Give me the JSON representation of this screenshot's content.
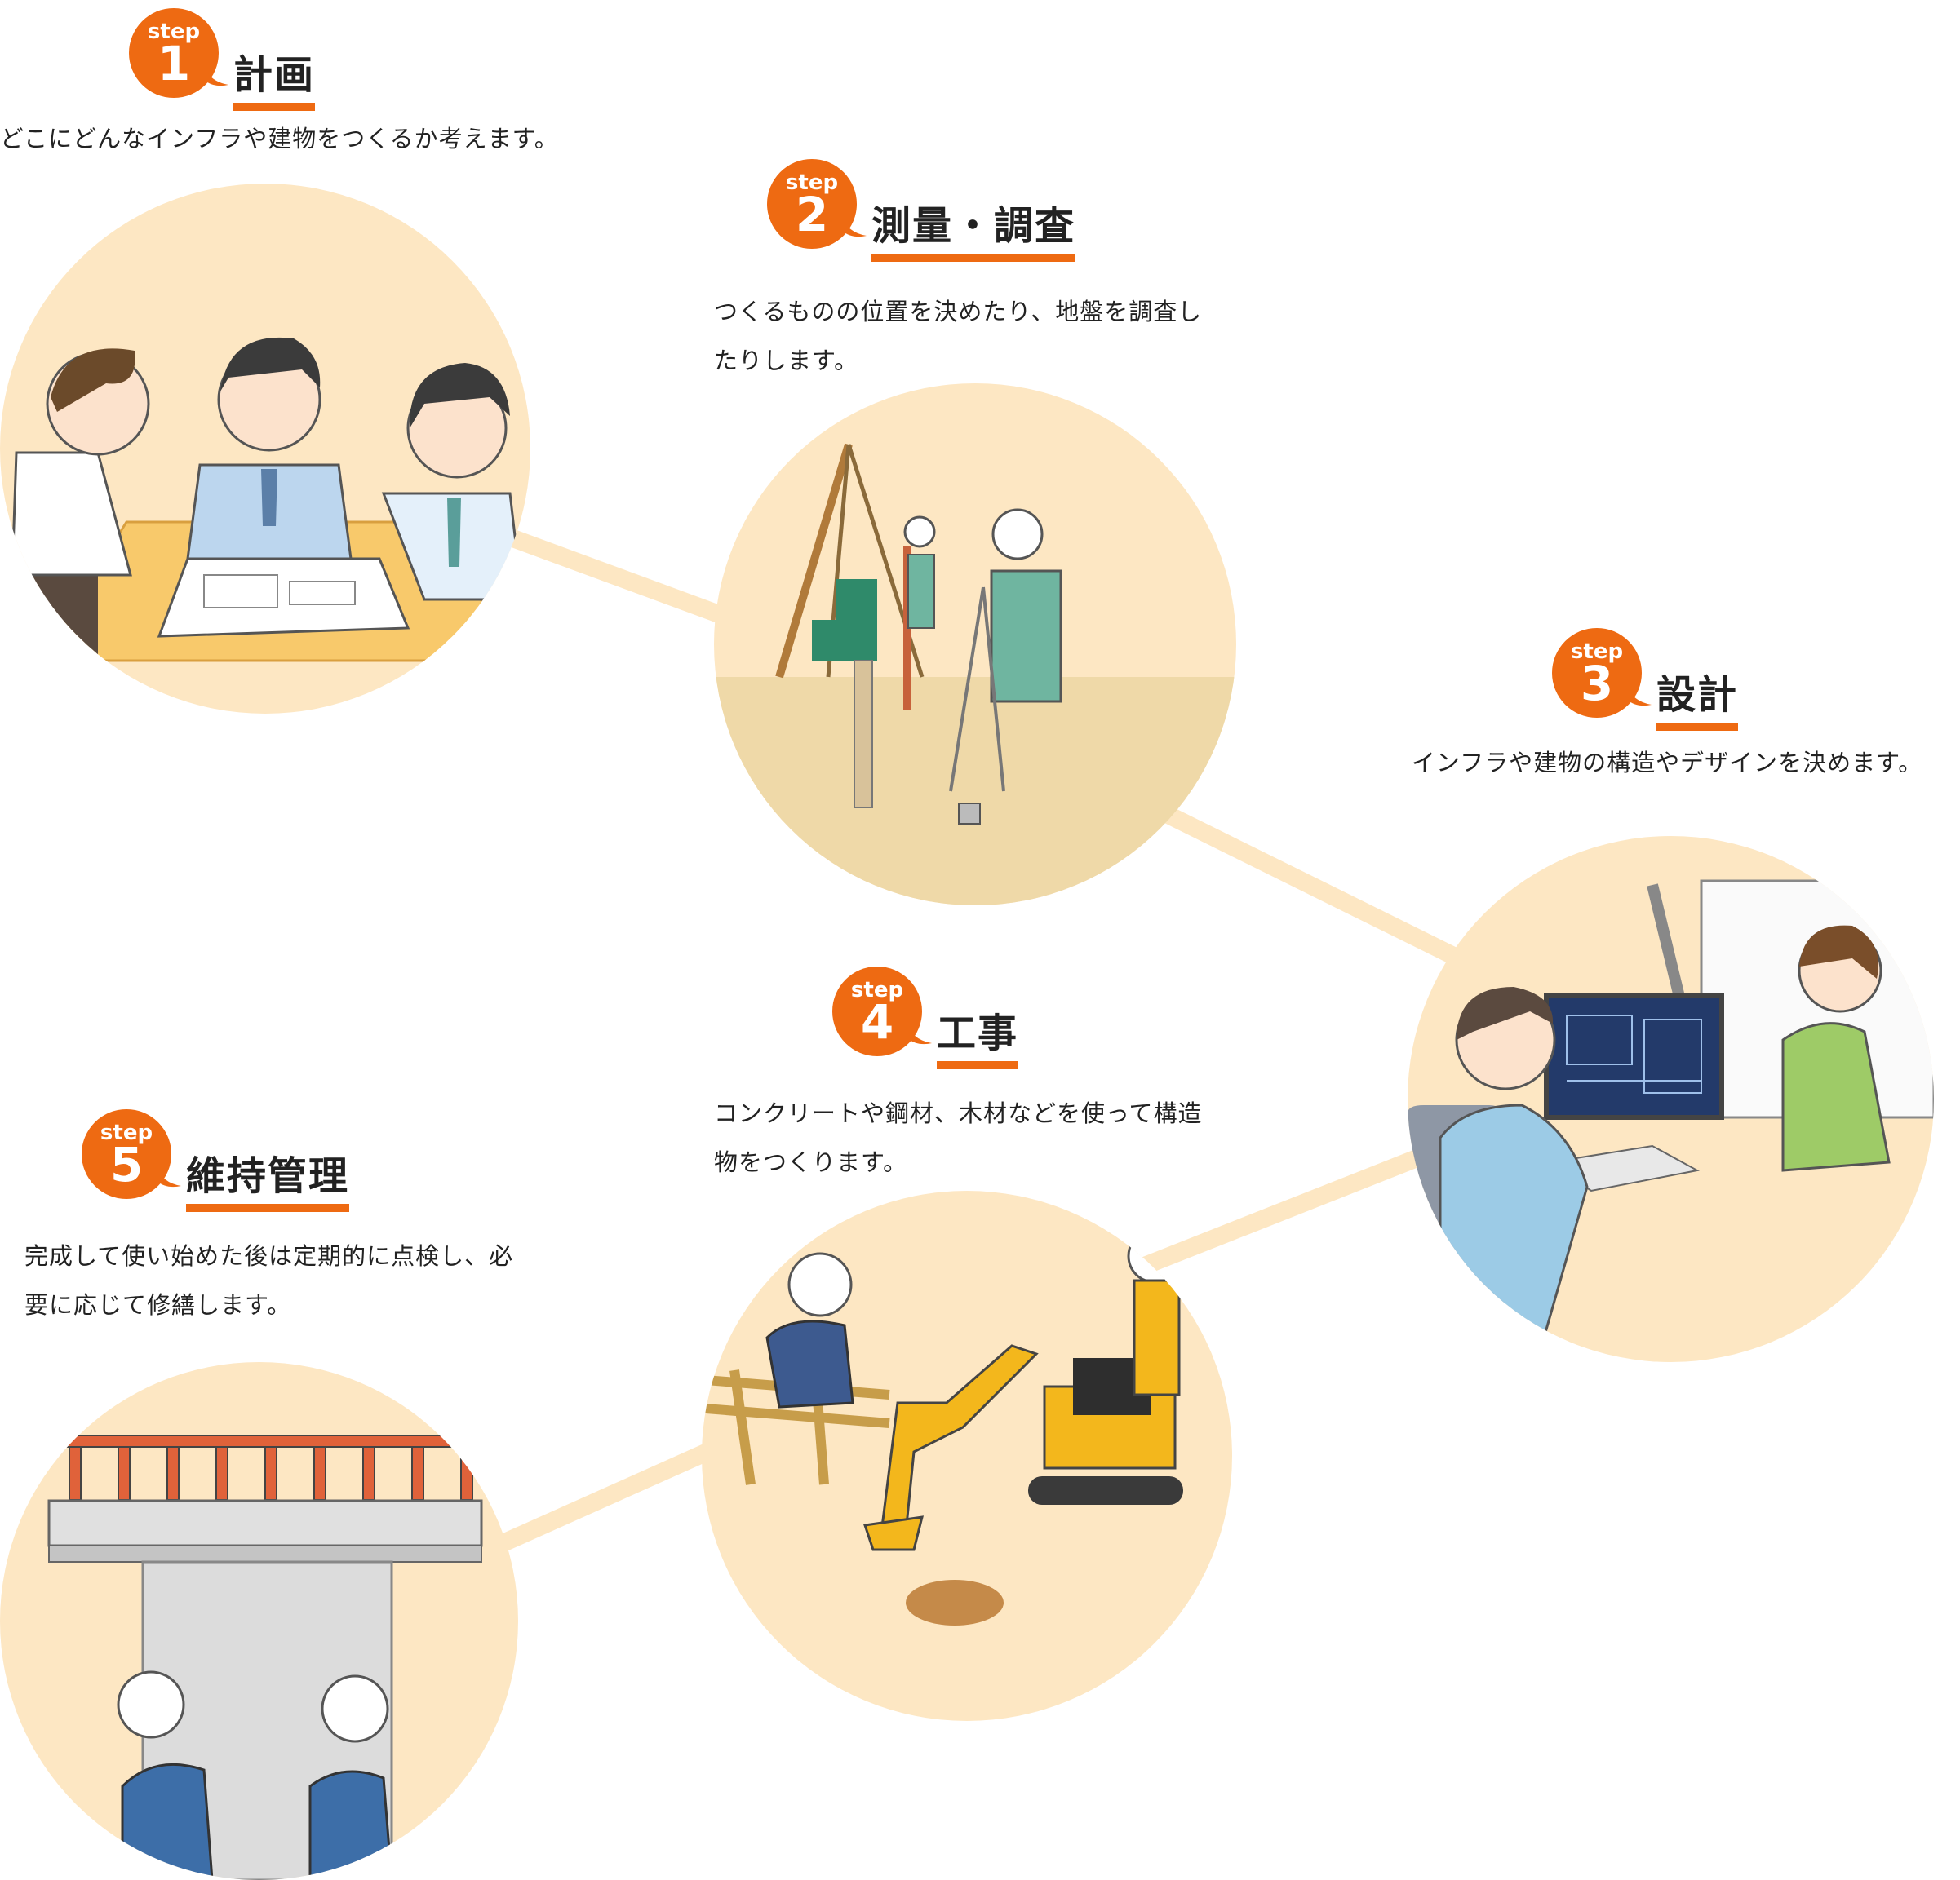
{
  "steps": [
    {
      "label": "step",
      "number": "1",
      "title": "計画",
      "desc": [
        "どこにどんなインフラや建物をつくるか考えます。"
      ]
    },
    {
      "label": "step",
      "number": "2",
      "title": "測量・調査",
      "desc": [
        "つくるものの位置を決めたり、地盤を調査し",
        "たりします。"
      ]
    },
    {
      "label": "step",
      "number": "3",
      "title": "設計",
      "desc": [
        "インフラや建物の構造やデザインを決めます。"
      ]
    },
    {
      "label": "step",
      "number": "4",
      "title": "工事",
      "desc": [
        "コンクリートや鋼材、木材などを使って構造",
        "物をつくります。"
      ]
    },
    {
      "label": "step",
      "number": "5",
      "title": "維持管理",
      "desc": [
        "完成して使い始めた後は定期的に点検し、必",
        "要に応じて修繕します。"
      ]
    }
  ],
  "colors": {
    "accent": "#ee6a12",
    "circle": "#fde7c3",
    "path": "#fde7c3"
  }
}
